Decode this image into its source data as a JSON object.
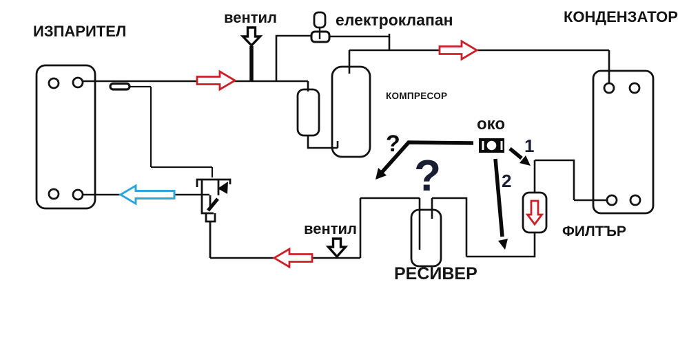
{
  "colors": {
    "line": "#121212",
    "ink": "#141414",
    "flow_hot": "#cb2027",
    "flow_cold": "#2ea7d8",
    "marker": "#0a0a0a",
    "question": "#1a1e33",
    "paper": "#ffffff"
  },
  "diagram": {
    "components": {
      "evaporator": {
        "label": "ИЗПАРИТЕЛ"
      },
      "suction_valve": {
        "label": "вентил"
      },
      "solenoid_valve": {
        "label": "електроклапан"
      },
      "condenser": {
        "label": "КОНДЕНЗАТОР"
      },
      "compressor": {
        "label": "КОМПРЕСОР"
      },
      "sight_glass": {
        "label": "око"
      },
      "filter_drier": {
        "label": "ФИЛТЪР"
      },
      "receiver": {
        "label": "РЕСИВЕР"
      },
      "liquid_valve": {
        "label": "вентил"
      }
    },
    "annotations": {
      "marker_1": "1",
      "marker_2": "2",
      "question_small": "?",
      "question_large": "?"
    }
  }
}
